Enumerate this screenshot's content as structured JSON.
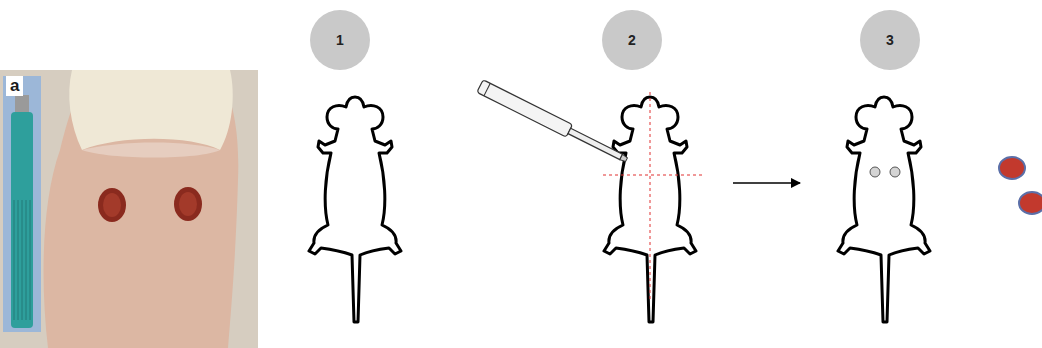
{
  "diagram": {
    "nodes": [
      {
        "text": [
          "1"
        ]
      },
      {
        "text": [
          "2"
        ]
      },
      {
        "text": [
          "3"
        ]
      }
    ],
    "labels": [
      "a"
    ]
  }
}
